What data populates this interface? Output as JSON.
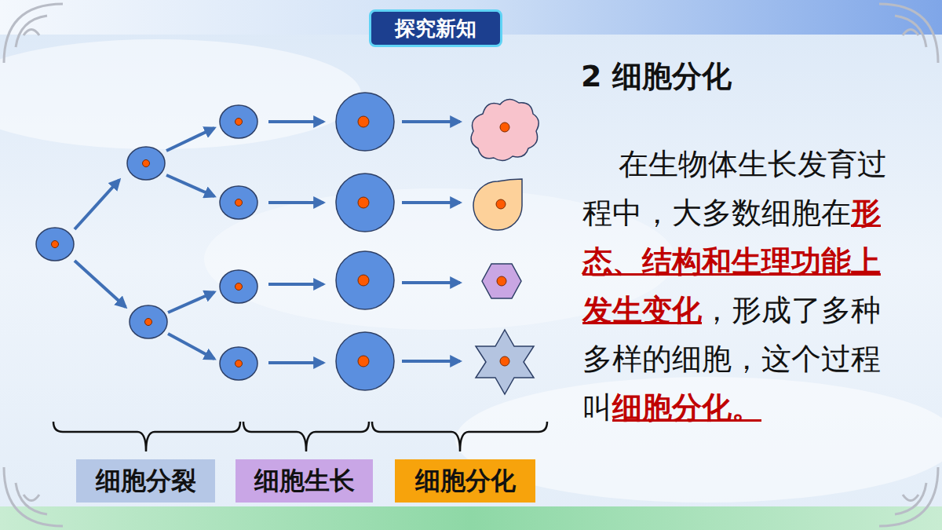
{
  "diagram": {
    "title": "2 细胞分化",
    "nodes": [
      {
        "text": [
          "探究新知"
        ]
      },
      {
        "text": [
          "细胞分裂"
        ]
      },
      {
        "text": [
          "细胞生长"
        ]
      },
      {
        "text": [
          "细胞分化"
        ]
      }
    ],
    "labels": [
      "在生物体生长发育过程中，大多数细胞在",
      "形态、结构和生理功能上发生变化",
      "，形成了多种多样的细胞，这个过程叫",
      "细胞分化。"
    ]
  }
}
